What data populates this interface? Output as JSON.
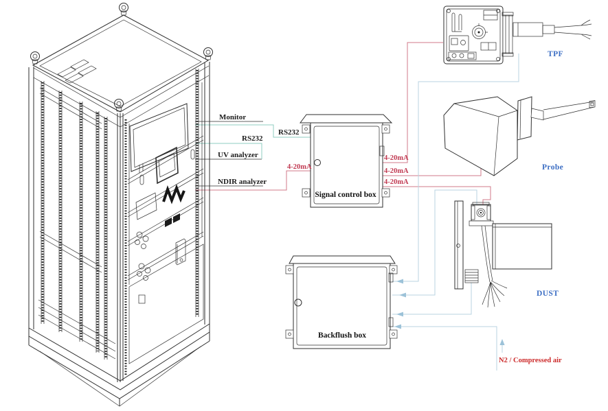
{
  "rack": {
    "monitor_label": "Monitor",
    "rs232_internal_label": "RS232",
    "uv_label": "UV analyzer",
    "ndir_label": "NDIR analyzer"
  },
  "signal_box": {
    "title": "Signal control box",
    "rs232_in_label": "RS232",
    "analog_in_label": "4-20mA",
    "analog_out_labels": [
      "4-20mA",
      "4-20mA",
      "4-20mA"
    ]
  },
  "backflush_box": {
    "title": "Backflush box"
  },
  "devices": {
    "tpf_label": "TPF",
    "probe_label": "Probe",
    "dust_label": "DUST"
  },
  "supply": {
    "n2_label": "N2 / Compressed air"
  },
  "colors": {
    "analog_signal": "#c13a52",
    "serial_line": "#8fccc0",
    "air_line": "#b8d3e2",
    "device_label": "#3d6fc4",
    "supply_label": "#cc2a2a",
    "line_art": "#2e2e2e"
  }
}
